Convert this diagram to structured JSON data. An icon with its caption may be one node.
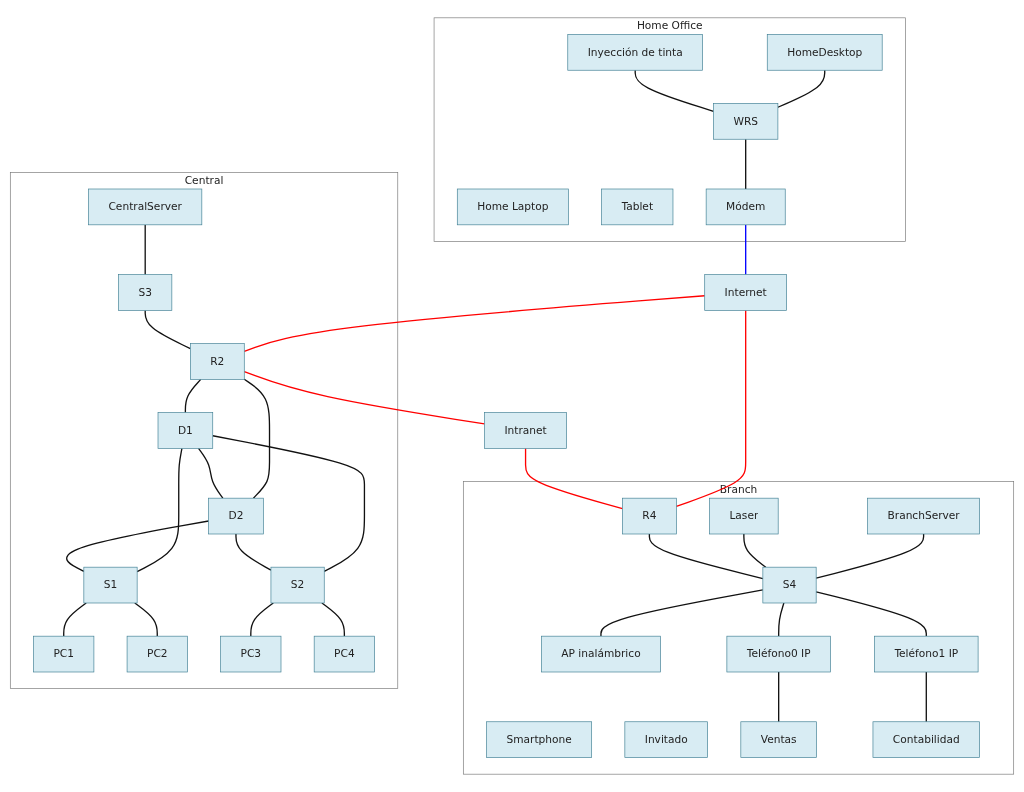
{
  "diagram": {
    "nodes": [
      {
        "text": [
          "Home Office"
        ]
      },
      {
        "text": [
          "HomeDesktop"
        ],
        "in": 0
      },
      {
        "text": [
          "Home Laptop"
        ],
        "in": 0
      },
      {
        "text": [
          "Inyección de tinta"
        ],
        "in": 0
      },
      {
        "text": [
          "WRS"
        ],
        "in": 0
      },
      {
        "text": [
          "Tablet"
        ],
        "in": 0
      },
      {
        "text": [
          "Módem"
        ],
        "in": 0
      },
      {
        "text": [
          "Internet"
        ]
      },
      {
        "text": [
          "Branch"
        ]
      },
      {
        "text": [
          "BranchServer"
        ],
        "in": 8
      },
      {
        "text": [
          "Laser"
        ],
        "in": 8
      },
      {
        "text": [
          "Smartphone"
        ],
        "in": 8
      },
      {
        "text": [
          "Central"
        ]
      },
      {
        "text": [
          "CentralServer"
        ],
        "in": 12
      },
      {
        "text": [
          "S3"
        ],
        "in": 12
      },
      {
        "text": [
          "R2"
        ],
        "in": 12
      },
      {
        "text": [
          "Intranet"
        ]
      },
      {
        "text": [
          "R4"
        ],
        "in": 8
      },
      {
        "text": [
          "S4"
        ],
        "in": 8
      },
      {
        "text": [
          "AP inalámbrico"
        ],
        "in": 8
      },
      {
        "text": [
          "Teléfono0 IP"
        ],
        "in": 8
      },
      {
        "text": [
          "Teléfono1 IP"
        ],
        "in": 8
      },
      {
        "text": [
          "Invitado"
        ],
        "in": 8
      },
      {
        "text": [
          "D1"
        ],
        "in": 12
      },
      {
        "text": [
          "D2"
        ],
        "in": 12
      },
      {
        "text": [
          "S1"
        ],
        "in": 12
      },
      {
        "text": [
          "S2"
        ],
        "in": 12
      },
      {
        "text": [
          "PC1"
        ],
        "in": 12
      },
      {
        "text": [
          "PC2"
        ],
        "in": 12
      },
      {
        "text": [
          "PC3"
        ],
        "in": 12
      },
      {
        "text": [
          "PC4"
        ],
        "in": 12
      },
      {
        "text": [
          "Ventas"
        ],
        "in": 8
      },
      {
        "text": [
          "Contabilidad"
        ],
        "in": 8
      }
    ],
    "edges": [
      {
        "from": 1,
        "to": 4,
        "arrow": "none"
      },
      {
        "from": 3,
        "to": 4,
        "arrow": "none"
      },
      {
        "from": 4,
        "to": 6,
        "arrow": "none"
      },
      {
        "from": 6,
        "to": 7,
        "arrow": "none",
        "color": "#0000ff"
      },
      {
        "from": 7,
        "to": 15,
        "arrow": "none",
        "color": "#ff0000"
      },
      {
        "from": 7,
        "to": 17,
        "arrow": "none",
        "color": "#ff0000"
      },
      {
        "from": 15,
        "to": 16,
        "arrow": "none",
        "color": "#ff0000"
      },
      {
        "from": 16,
        "to": 17,
        "arrow": "none",
        "color": "#ff0000"
      },
      {
        "from": 13,
        "to": 14,
        "arrow": "none"
      },
      {
        "from": 14,
        "to": 15,
        "arrow": "none"
      },
      {
        "from": 15,
        "to": 23,
        "arrow": "none"
      },
      {
        "from": 15,
        "to": 24,
        "arrow": "none"
      },
      {
        "from": 23,
        "to": 24,
        "arrow": "none"
      },
      {
        "from": 23,
        "to": 25,
        "arrow": "none"
      },
      {
        "from": 23,
        "to": 26,
        "arrow": "none"
      },
      {
        "from": 24,
        "to": 25,
        "arrow": "none"
      },
      {
        "from": 24,
        "to": 26,
        "arrow": "none"
      },
      {
        "from": 25,
        "to": 27,
        "arrow": "none"
      },
      {
        "from": 25,
        "to": 28,
        "arrow": "none"
      },
      {
        "from": 26,
        "to": 29,
        "arrow": "none"
      },
      {
        "from": 26,
        "to": 30,
        "arrow": "none"
      },
      {
        "from": 9,
        "to": 18,
        "arrow": "none"
      },
      {
        "from": 10,
        "to": 18,
        "arrow": "none"
      },
      {
        "from": 17,
        "to": 18,
        "arrow": "none"
      },
      {
        "from": 18,
        "to": 19,
        "arrow": "none"
      },
      {
        "from": 18,
        "to": 20,
        "arrow": "none"
      },
      {
        "from": 18,
        "to": 21,
        "arrow": "none"
      },
      {
        "from": 20,
        "to": 31,
        "arrow": "none"
      },
      {
        "from": 21,
        "to": 32,
        "arrow": "none"
      }
    ]
  }
}
